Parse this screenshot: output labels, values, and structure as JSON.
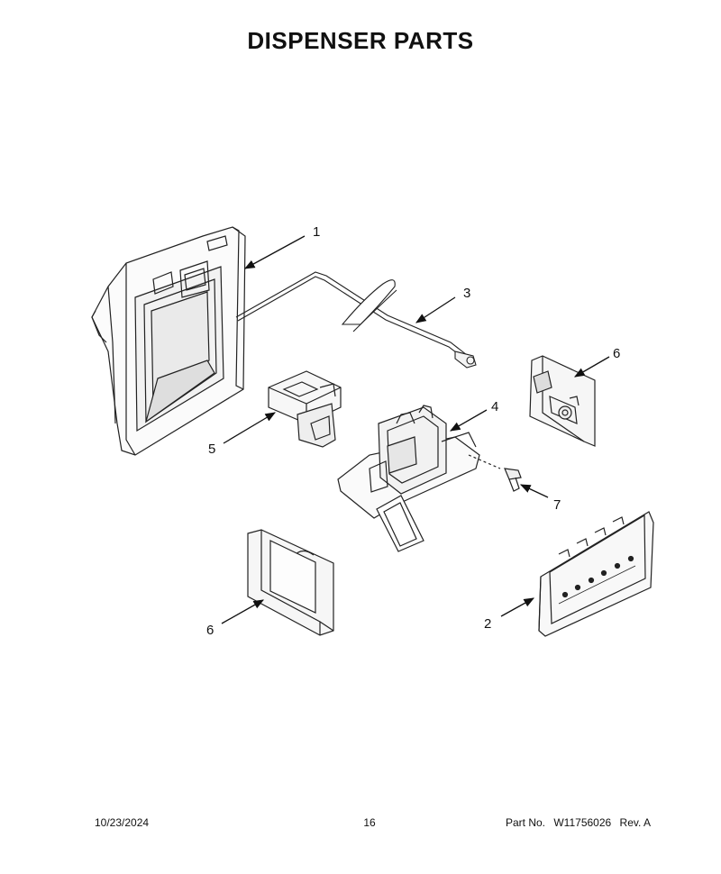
{
  "title": "DISPENSER PARTS",
  "callouts": [
    {
      "id": "1",
      "label": "1"
    },
    {
      "id": "3",
      "label": "3"
    },
    {
      "id": "6a",
      "label": "6"
    },
    {
      "id": "4",
      "label": "4"
    },
    {
      "id": "5",
      "label": "5"
    },
    {
      "id": "7",
      "label": "7"
    },
    {
      "id": "6b",
      "label": "6"
    },
    {
      "id": "2",
      "label": "2"
    }
  ],
  "footer": {
    "date": "10/23/2024",
    "page": "16",
    "part_label": "Part No.",
    "part_number": "W11756026",
    "revision": "Rev. A"
  }
}
